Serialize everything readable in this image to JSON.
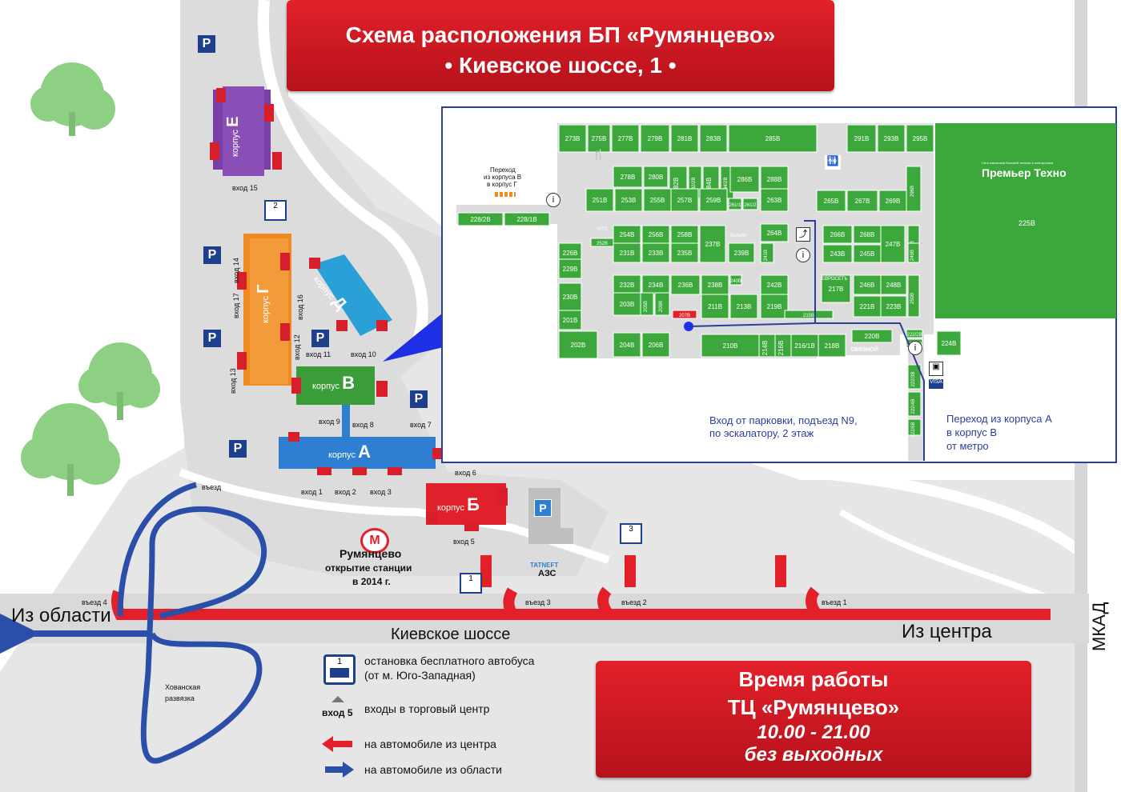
{
  "title": {
    "line1": "Схема расположения БП «Румянцево»",
    "line2": "• Киевское шоссе, 1 •"
  },
  "hours": {
    "line1": "Время работы",
    "line2": "ТЦ «Румянцево»",
    "time": "10.00 - 21.00",
    "days": "без выходных"
  },
  "buildings": {
    "E": {
      "prefix": "корпус",
      "letter": "Е",
      "color": "#8a4fb6"
    },
    "G": {
      "prefix": "корпус",
      "letter": "Г",
      "color": "#f08a23"
    },
    "D": {
      "prefix": "корпус",
      "letter": "Д",
      "color": "#2aa0d6"
    },
    "V": {
      "prefix": "корпус",
      "letter": "В",
      "color": "#3a9d3a"
    },
    "A": {
      "prefix": "корпус",
      "letter": "А",
      "color": "#2e7fd1"
    },
    "B": {
      "prefix": "корпус",
      "letter": "Б",
      "color": "#e0202a"
    }
  },
  "entrances": [
    "вход 1",
    "вход 2",
    "вход 3",
    "вход 5",
    "вход 6",
    "вход 7",
    "вход 8",
    "вход 9",
    "вход 10",
    "вход 11",
    "вход 12",
    "вход 13",
    "вход 14",
    "вход 15",
    "вход 16",
    "вход 17"
  ],
  "bus_stops": [
    "1",
    "2",
    "3"
  ],
  "parking_letter": "P",
  "metro": {
    "letter": "М",
    "name": "Румянцево",
    "note1": "открытие станции",
    "note2": "в 2014 г."
  },
  "gas_station": {
    "brand": "TATNEFT",
    "name": "АЗС"
  },
  "roads": {
    "from_region": "Из области",
    "from_center": "Из центра",
    "highway": "Киевское шоссе",
    "ring": "МКАД",
    "interchange1": "Хованская",
    "interchange2": "развязка",
    "entry": "въезд",
    "entries": [
      "въезд 1",
      "въезд 2",
      "въезд 3",
      "въезд 4"
    ]
  },
  "floorplan": {
    "anchor": "Премьер Техно",
    "anchor_caption": "Сеть магазинов бытовой техники и электроники",
    "anchor_unit": "225В",
    "transfer_note": [
      "Переход",
      "из корпуса В",
      "в корпус Г"
    ],
    "units": [
      "273В",
      "275В",
      "277В",
      "279В",
      "281В",
      "283В",
      "285В",
      "291В",
      "293В",
      "295В",
      "278В",
      "280В",
      "282В",
      "282/2В",
      "284В",
      "284/2В",
      "286В",
      "288В",
      "251В",
      "253В",
      "255В",
      "257В",
      "259В",
      "261/1",
      "261/2",
      "263В",
      "265В",
      "267В",
      "269В",
      "296В",
      "228/2В",
      "228/1В",
      "254В",
      "256В",
      "258В",
      "237В",
      "264В",
      "266В",
      "268В",
      "247В",
      "272В",
      "252В",
      "231В",
      "233В",
      "235В",
      "239В",
      "241В",
      "243В",
      "245В",
      "249В",
      "226В",
      "229В",
      "232В",
      "234В",
      "236В",
      "238В",
      "240В",
      "242В",
      "217В",
      "246В",
      "248В",
      "230В",
      "203В",
      "205В",
      "209В",
      "211В",
      "213В",
      "219В",
      "221В",
      "223В",
      "250В",
      "201В",
      "207В",
      "215В",
      "220В",
      "222/2В",
      "202В",
      "204В",
      "206В",
      "210В",
      "214В",
      "216В",
      "216/1В",
      "218В",
      "224В",
      "222/1В",
      "222/3В",
      "222/4В",
      "222/5В"
    ],
    "brands": [
      "МТС",
      "Билайн",
      "ЕВРОСЕТЬ",
      "СВЯЗНОЙ"
    ]
  },
  "notes": {
    "parking_entry": [
      "Вход от парковки, подъезд N9,",
      "по эскалатору, 2 этаж"
    ],
    "metro_transfer": [
      "Переход из корпуса А",
      "в корпус В",
      "от метро"
    ]
  },
  "legend": {
    "bus_number": "1",
    "bus": "остановка бесплатного автобуса",
    "bus2": "(от м. Юго-Западная)",
    "entrance_label": "вход 5",
    "entrance": "входы в торговый центр",
    "from_center": "на автомобиле из центра",
    "from_region": "на автомобиле из области"
  },
  "colors": {
    "red": "#e3202a",
    "blue": "#2b4fa8",
    "green_units": "#3ca83c",
    "plan_border": "#2c3e9a",
    "ground": "#e4e4e4"
  }
}
